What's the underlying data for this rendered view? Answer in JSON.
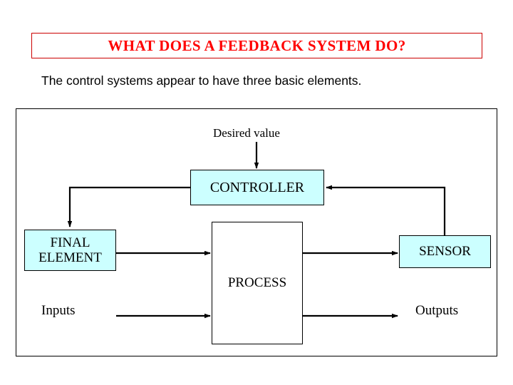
{
  "slide": {
    "title": "WHAT DOES A FEEDBACK SYSTEM DO?",
    "subtitle": "The control systems appear to have three basic elements.",
    "title_color": "#ff0000",
    "title_border_color": "#cc0000",
    "box_fill": "#ccffff",
    "box_border": "#000000",
    "background": "#ffffff"
  },
  "diagram": {
    "desired_value_label": "Desired value",
    "controller_label": "CONTROLLER",
    "final_element_line1": "FINAL",
    "final_element_line2": "ELEMENT",
    "sensor_label": "SENSOR",
    "process_label": "PROCESS",
    "inputs_label": "Inputs",
    "outputs_label": "Outputs"
  }
}
